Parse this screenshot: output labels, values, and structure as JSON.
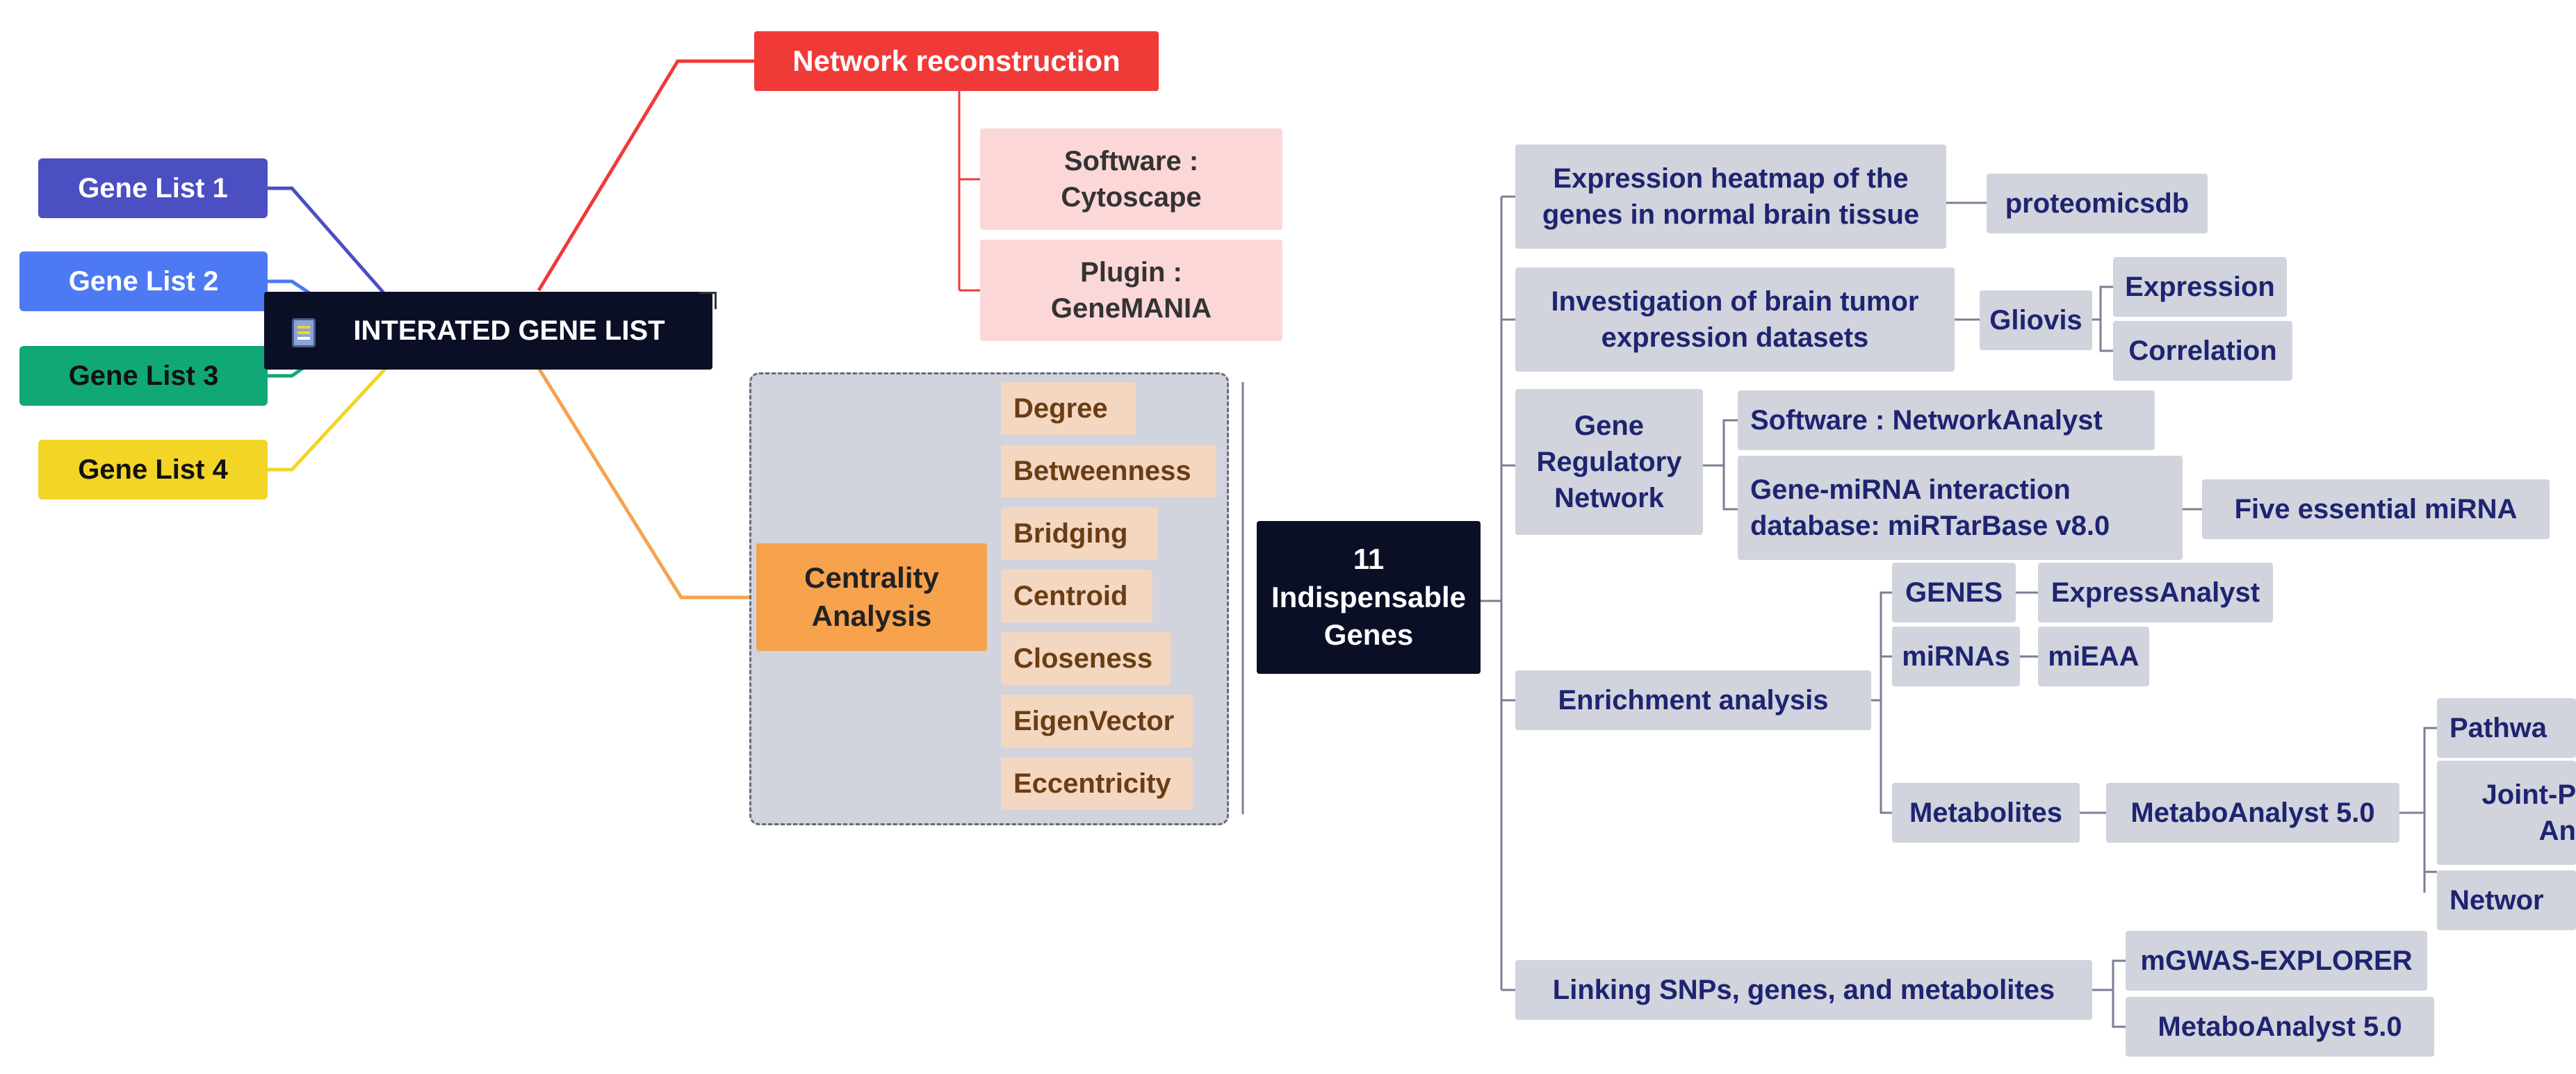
{
  "inputs": {
    "gene_list_1": "Gene List 1",
    "gene_list_2": "Gene List 2",
    "gene_list_3": "Gene List 3",
    "gene_list_4": "Gene List 4"
  },
  "center": {
    "label": "INTERATED GENE LIST"
  },
  "network": {
    "label": "Network reconstruction",
    "software": "Software :\nCytoscape",
    "plugin": "Plugin :\nGeneMANIA"
  },
  "centrality": {
    "label": "Centrality\nAnalysis",
    "measures": [
      "Degree",
      "Betweenness",
      "Bridging",
      "Centroid",
      "Closeness",
      "EigenVector",
      "Eccentricity"
    ]
  },
  "core": {
    "label": "11\nIndispensable\nGenes"
  },
  "analyses": {
    "heatmap": "Expression heatmap of the\ngenes in normal brain tissue",
    "proteomicsdb": "proteomicsdb",
    "brain_tumor": "Investigation of brain tumor\nexpression datasets",
    "gliovis": "Gliovis",
    "expression": "Expression",
    "correlation": "Correlation",
    "grn": "Gene\nRegulatory\nNetwork",
    "network_analyst": "Software : NetworkAnalyst",
    "mirna_db": "Gene-miRNA interaction\ndatabase: miRTarBase v8.0",
    "five_mirna": "Five essential miRNA",
    "enrichment": "Enrichment analysis",
    "genes": "GENES",
    "express_analyst": "ExpressAnalyst",
    "mirnas": "miRNAs",
    "mieaa": "miEAA",
    "metabolites": "Metabolites",
    "metaboanalyst": "MetaboAnalyst 5.0",
    "pathway": "Pathwa",
    "joint": "Joint-P\nAn",
    "network_c": "Networ",
    "linking": "Linking SNPs, genes, and metabolites",
    "mgwas": "mGWAS-EXPLORER",
    "metaboanalyst_2": "MetaboAnalyst 5.0"
  },
  "colors": {
    "gene_list_1": "#4b4fc2",
    "gene_list_2": "#4d79f2",
    "gene_list_3": "#11a877",
    "gene_list_4": "#f2d526",
    "network_reconstruction": "#f03a37",
    "centrality": "#f7a24d",
    "core": "#0b0f26",
    "analysis_box": "#d1d3dd"
  }
}
